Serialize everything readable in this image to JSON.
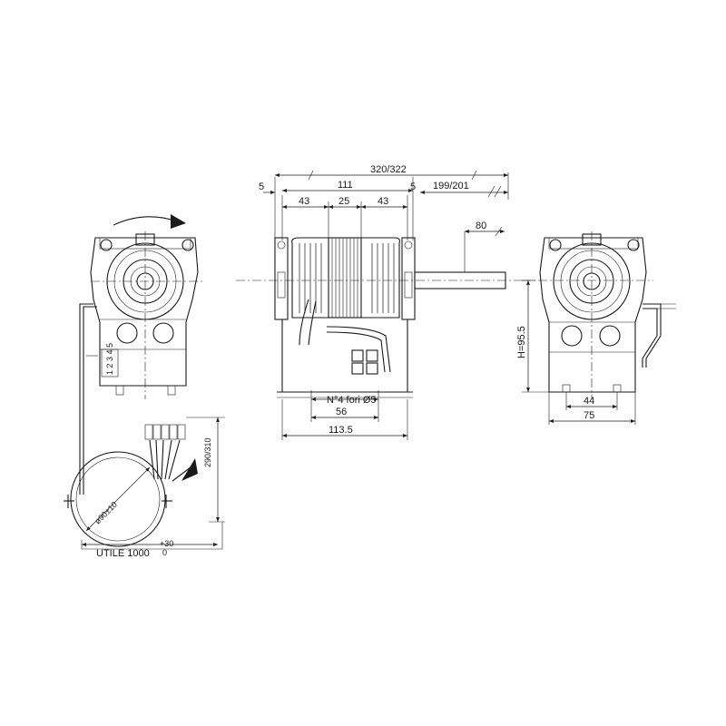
{
  "dimensions": {
    "overall_length": "320/322",
    "body_width": "111",
    "left_offset": "5",
    "right_offset": "5",
    "shaft_length": "199/201",
    "fin_left": "43",
    "core_width": "25",
    "fin_right": "43",
    "shaft_exposed": "80",
    "mounting_holes": "N°4 fori Ø5",
    "base_inner": "56",
    "base_outer": "113.5",
    "height": "H=95.5",
    "foot_inner": "44",
    "foot_outer": "75",
    "coil_diameter": "ø90±10",
    "lead_length": "290/310",
    "cable_useful_length": "UTILE 1000",
    "tolerance_upper": "+30",
    "tolerance_lower": "0",
    "label_plate": "1 2 3 4 5"
  }
}
